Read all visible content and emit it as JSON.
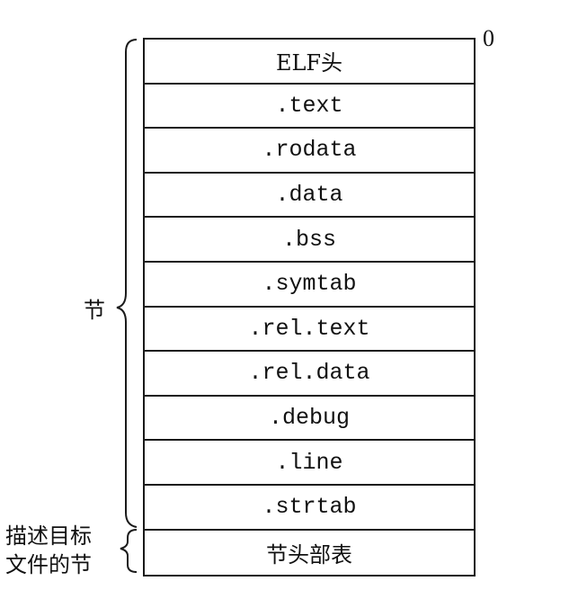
{
  "diagram": {
    "offset_label": "0",
    "rows": [
      {
        "label": "ELF头",
        "kind": "header"
      },
      {
        "label": ".text",
        "kind": "section"
      },
      {
        "label": ".rodata",
        "kind": "section"
      },
      {
        "label": ".data",
        "kind": "section"
      },
      {
        "label": ".bss",
        "kind": "section"
      },
      {
        "label": ".symtab",
        "kind": "section"
      },
      {
        "label": ".rel.text",
        "kind": "section"
      },
      {
        "label": ".rel.data",
        "kind": "section"
      },
      {
        "label": ".debug",
        "kind": "section"
      },
      {
        "label": ".line",
        "kind": "section"
      },
      {
        "label": ".strtab",
        "kind": "section"
      },
      {
        "label": "节头部表",
        "kind": "table"
      }
    ],
    "brace_sections_label": "节",
    "brace_header_label_line1": "描述目标",
    "brace_header_label_line2": "文件的节"
  }
}
